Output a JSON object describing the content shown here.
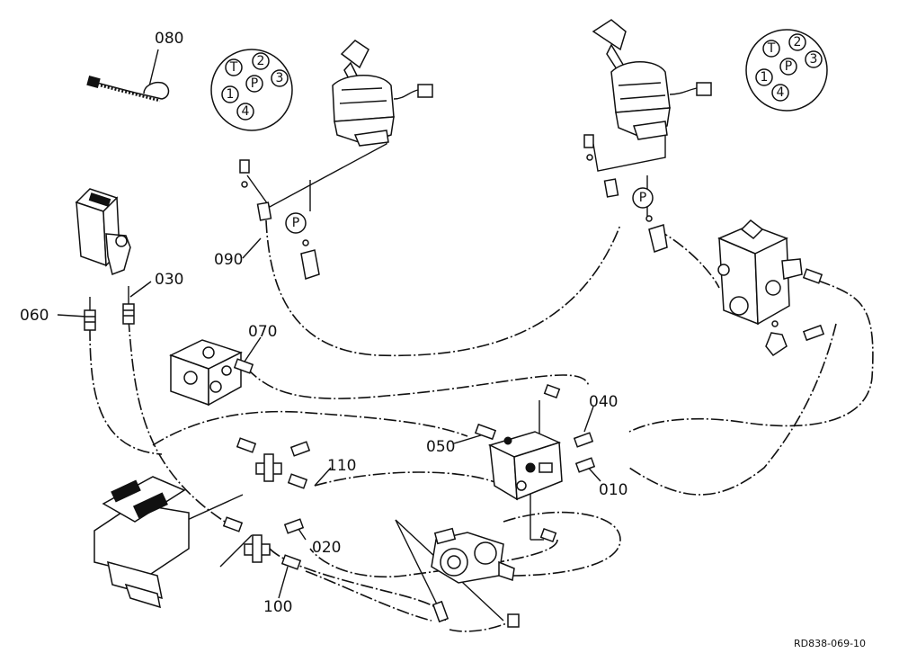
{
  "part_numbers": {
    "p010": "010",
    "p020": "020",
    "p030": "030",
    "p040": "040",
    "p050": "050",
    "p060": "060",
    "p070": "070",
    "p080": "080",
    "p090": "090",
    "p100": "100",
    "p110": "110"
  },
  "port_markers": {
    "left_disc": [
      "T",
      "2",
      "1",
      "P",
      "3",
      "4"
    ],
    "right_disc": [
      "T",
      "2",
      "1",
      "P",
      "3",
      "4"
    ],
    "left_pressure": "P",
    "right_pressure": "P"
  },
  "reference_code": "RD838-069-10"
}
